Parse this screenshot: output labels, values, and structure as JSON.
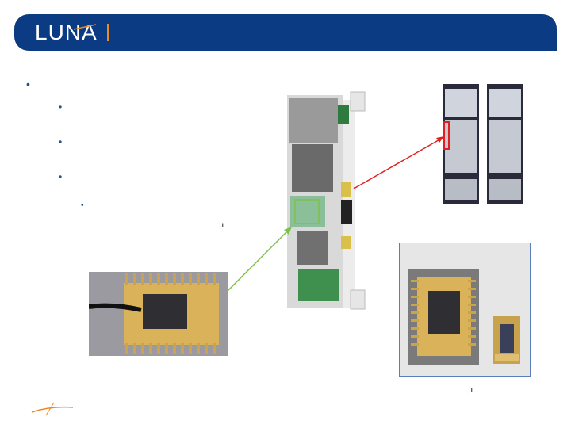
{
  "header": {
    "logo_text": "LUNA"
  },
  "bullets": {
    "level1": "•",
    "level2": "•",
    "level3": "•"
  },
  "symbols": {
    "mu": "μ"
  },
  "colors": {
    "header_bg": "#0b3b82",
    "accent_orange": "#e88a2a",
    "red_pointer": "#e02020",
    "green_pointer": "#7cc04a",
    "frame_border": "#5a7fb8"
  },
  "images": {
    "line_card": "line-card-photo",
    "rack": "equipment-rack-photo",
    "package_large": "optical-package-photo",
    "package_compare": "package-size-comparison-photo"
  }
}
